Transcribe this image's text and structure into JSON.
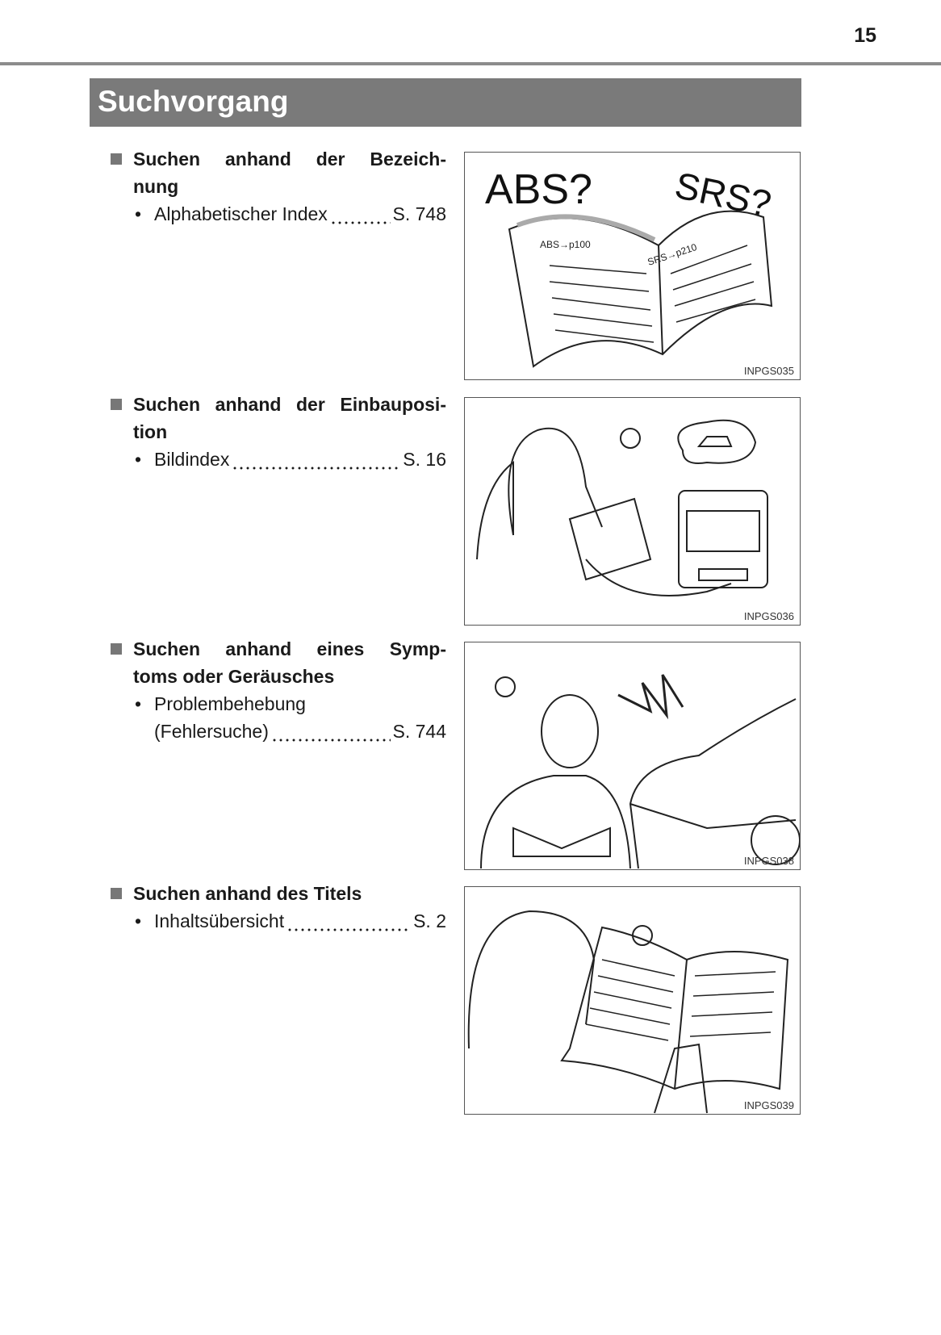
{
  "page_number": "15",
  "title": "Suchvorgang",
  "sections": [
    {
      "heading_lines": [
        "Suchen anhand der Bezeich-",
        "nung"
      ],
      "entries": [
        {
          "lines": [
            "Alphabetischer Index"
          ],
          "page": "S. 748"
        }
      ],
      "figure": {
        "code": "INPGS035",
        "labels": [
          "ABS?",
          "SRS?",
          "ABS→p100",
          "SRS→p210"
        ]
      }
    },
    {
      "heading_lines": [
        "Suchen anhand der Einbauposi-",
        "tion"
      ],
      "entries": [
        {
          "lines": [
            "Bildindex"
          ],
          "page": "S. 16"
        }
      ],
      "figure": {
        "code": "INPGS036"
      }
    },
    {
      "heading_lines": [
        "Suchen anhand eines Symp-",
        "toms oder Geräusches"
      ],
      "entries": [
        {
          "lines": [
            "Problembehebung",
            "(Fehlersuche)"
          ],
          "page": "S. 744"
        }
      ],
      "figure": {
        "code": "INPGS038"
      }
    },
    {
      "heading_lines": [
        "Suchen anhand des Titels"
      ],
      "entries": [
        {
          "lines": [
            "Inhaltsübersicht"
          ],
          "page": "S. 2"
        }
      ],
      "figure": {
        "code": "INPGS039"
      }
    }
  ]
}
